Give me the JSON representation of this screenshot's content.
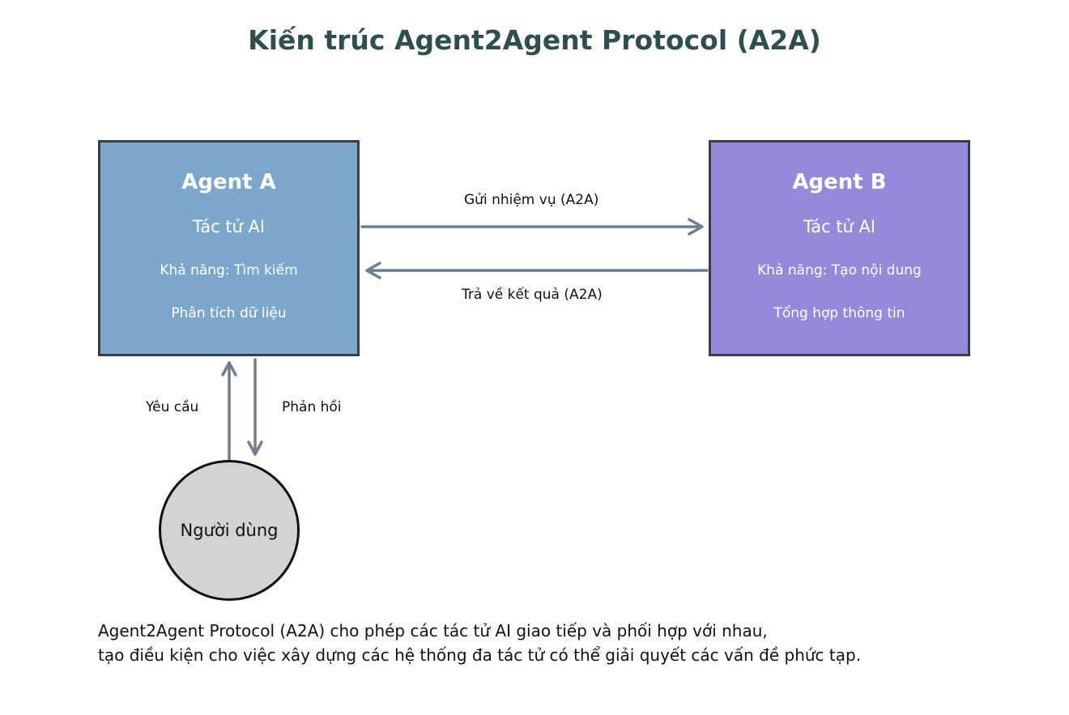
{
  "title": "Kiến trúc Agent2Agent Protocol (A2A)",
  "agent_a": {
    "name": "Agent A",
    "type": "Tác tử AI",
    "capability": "Khả năng: Tìm kiếm",
    "capability2": "Phân tích dữ liệu",
    "color": "#7ca7cb"
  },
  "agent_b": {
    "name": "Agent B",
    "type": "Tác tử AI",
    "capability": "Khả năng: Tạo nội dung",
    "capability2": "Tổng hợp thông tin",
    "color": "#9589d9"
  },
  "edges": {
    "send_task": "Gửi nhiệm vụ (A2A)",
    "return_result": "Trả về kết quả (A2A)",
    "request": "Yêu cầu",
    "response": "Phản hồi"
  },
  "user": {
    "label": "Người dùng"
  },
  "description": {
    "line1": "Agent2Agent Protocol (A2A) cho phép các tác tử AI giao tiếp và phối hợp với nhau,",
    "line2": "tạo điều kiện cho việc xây dựng các hệ thống đa tác tử có thể giải quyết các vấn đề phức tạp."
  },
  "colors": {
    "arrow": "#6f7f8f",
    "title": "#2f4f4f",
    "border": "#3a3f45"
  }
}
